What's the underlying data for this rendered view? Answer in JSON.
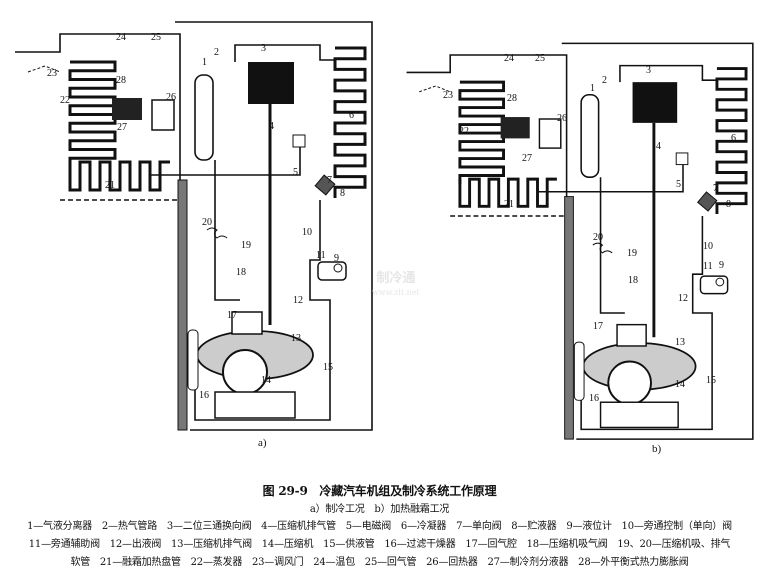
{
  "figure": {
    "title": "图 29-9　冷藏汽车机组及制冷系统工作原理",
    "subtitle": "a）制冷工况　b）加热融霜工况",
    "legend_lines": [
      "1—气液分离器　2—热气管路　3—二位三通换向阀　4—压缩机排气管　5—电磁阀　6—冷凝器　7—单向阀　8—贮液器　9—液位计　10—旁通控制（单向）阀",
      "11—旁通辅助阀　12—出液阀　13—压缩机排气阀　14—压缩机　15—供液管　16—过滤干燥器　17—回气腔　18—压缩机吸气阀　19、20—压缩机吸、排气",
      "软管　21—融霜加热盘管　22—蒸发器　23—调风门　24—温包　25—回气管　26—回热器　27—制冷剂分液器　28—外平衡式热力膨胀阀"
    ],
    "panel_a_label": "a)",
    "panel_b_label": "b)",
    "callouts": [
      "1",
      "2",
      "3",
      "4",
      "5",
      "6",
      "7",
      "8",
      "9",
      "10",
      "11",
      "12",
      "13",
      "14",
      "15",
      "16",
      "17",
      "18",
      "19",
      "20",
      "21",
      "22",
      "23",
      "24",
      "25",
      "26",
      "27",
      "28"
    ]
  },
  "watermark": {
    "name": "制冷通",
    "url": "www.zlt.net"
  }
}
